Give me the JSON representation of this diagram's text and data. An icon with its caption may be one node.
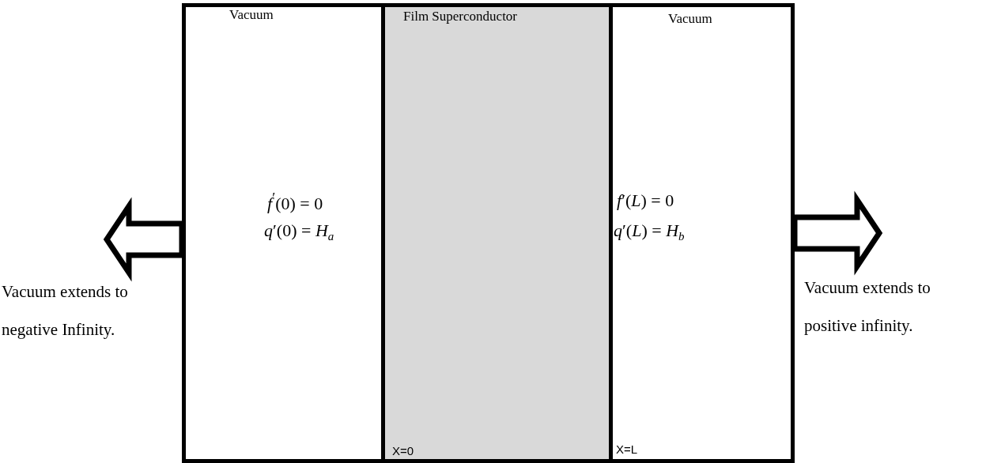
{
  "diagram": {
    "nodes": [
      {
        "text": [
          "Vacuum",
          "*f*$^{′}$(0) = 0",
          "*q*′(0) = *H*$_{a}$"
        ]
      },
      {
        "text": [
          "Film Superconductor",
          "X=0"
        ]
      },
      {
        "text": [
          "Vacuum",
          "*f*′(*L*) = 0",
          "*q*′(*L*) = *H*$_{b}$",
          "X=L"
        ]
      }
    ],
    "edges": [
      {
        "from": 0,
        "to": null,
        "arrow": "to"
      },
      {
        "from": 2,
        "to": null,
        "arrow": "to"
      }
    ],
    "labels": [
      "Vacuum extends to negative Infinity.",
      "Vacuum extends to positive infinity."
    ]
  }
}
